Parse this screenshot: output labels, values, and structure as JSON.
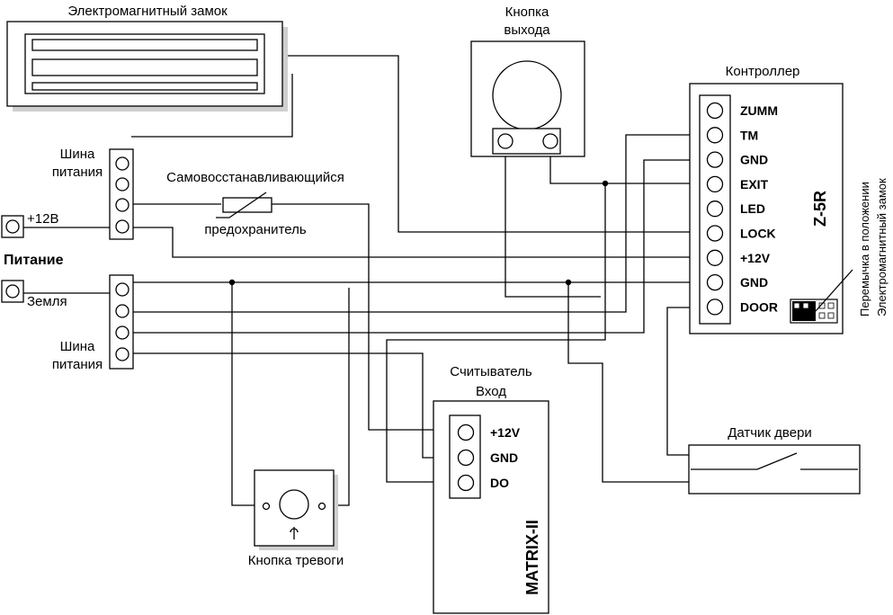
{
  "components": {
    "maglock": {
      "title": "Электромагнитный замок"
    },
    "exit_button": {
      "title_line1": "Кнопка",
      "title_line2": "выхода"
    },
    "controller": {
      "title": "Контроллер",
      "model": "Z-5R",
      "terminals": [
        "ZUMM",
        "TM",
        "GND",
        "EXIT",
        "LED",
        "LOCK",
        "+12V",
        "GND",
        "DOOR"
      ],
      "jumper_note_line1": "Перемычка в положении",
      "jumper_note_line2": "Электромагнитный замок"
    },
    "bus_top": {
      "label_line1": "Шина",
      "label_line2": "питания"
    },
    "bus_bottom": {
      "label_line1": "Шина",
      "label_line2": "питания"
    },
    "fuse": {
      "label_top": "Самовосстанавливающийся",
      "label_bottom": "предохранитель"
    },
    "power": {
      "plus_label": "+12В",
      "title": "Питание",
      "ground_label": "Земля"
    },
    "reader": {
      "title_line1": "Считыватель",
      "title_line2": "Вход",
      "model": "MATRIX-II",
      "terminals": [
        "+12V",
        "GND",
        "DO"
      ]
    },
    "door_sensor": {
      "title": "Датчик двери"
    },
    "alarm_button": {
      "title": "Кнопка тревоги"
    }
  }
}
